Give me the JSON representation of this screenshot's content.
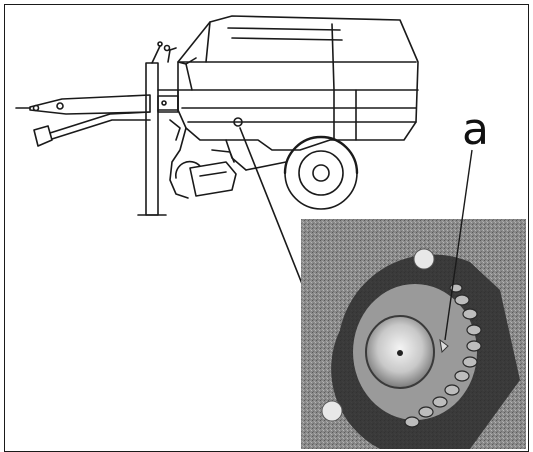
{
  "callout": {
    "label": "a"
  },
  "icons": {
    "machine": "round-baler-side-view-drawing",
    "photo": "chain-sprocket-closeup-photo"
  },
  "colors": {
    "line": "#1a1a1a",
    "photo_dark": "#3c3c3c",
    "photo_mid": "#7a7a7a",
    "photo_light": "#d8d8d8"
  }
}
